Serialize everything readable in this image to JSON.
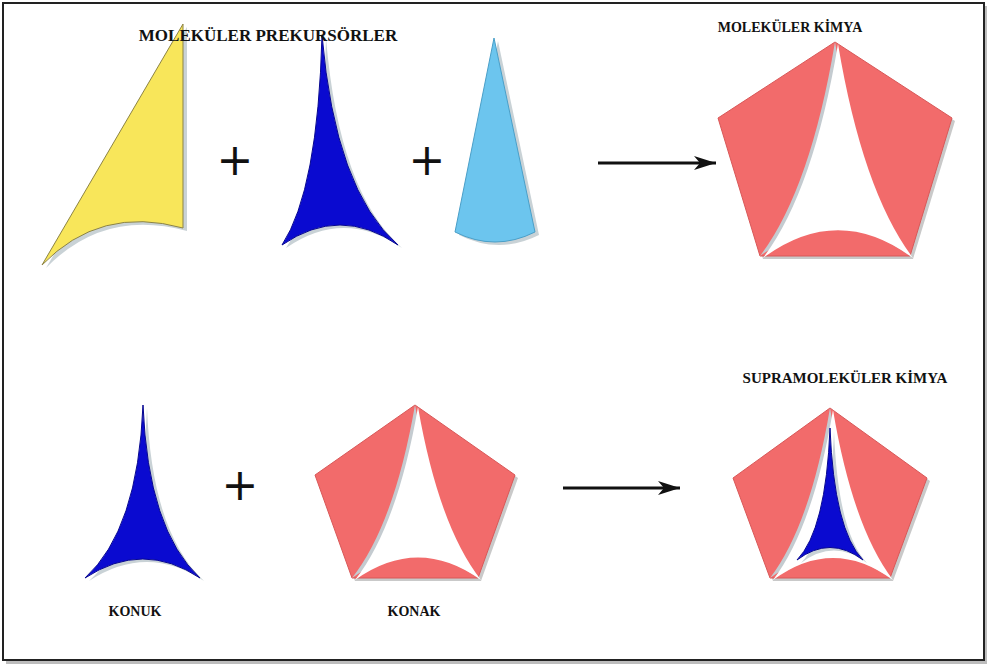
{
  "diagram": {
    "nodes": [
      {
        "text": [
          "MOLEKÜLER PREKURSÖRLER"
        ]
      },
      {
        "text": [
          "MOLEKÜLER KİMYA"
        ]
      },
      {
        "text": [
          "KONUK"
        ]
      },
      {
        "text": [
          "KONAK"
        ]
      },
      {
        "text": [
          "SUPRAMOLEKÜLER KİMYA"
        ]
      }
    ],
    "edges": [
      {
        "from": 0,
        "to": 1,
        "arrow": "to"
      },
      {
        "from": 3,
        "to": 4,
        "arrow": "to"
      }
    ],
    "labels": [
      "+",
      "+",
      "+"
    ]
  }
}
